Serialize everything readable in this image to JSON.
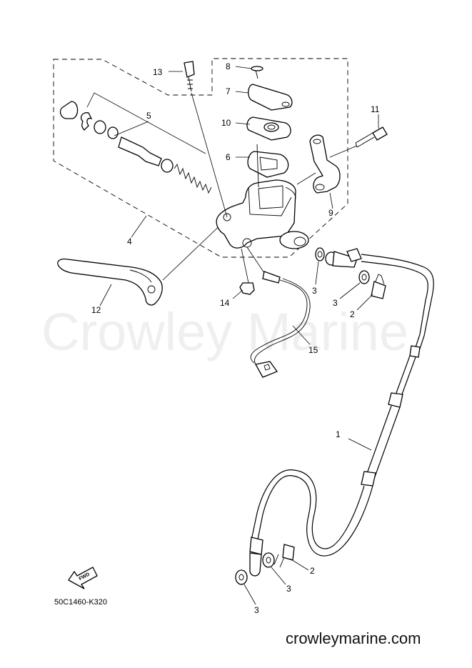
{
  "callouts": {
    "c1": "1",
    "c2a": "2",
    "c2b": "2",
    "c3a": "3",
    "c3b": "3",
    "c3c": "3",
    "c3d": "3",
    "c4": "4",
    "c5": "5",
    "c6": "6",
    "c7": "7",
    "c8": "8",
    "c9": "9",
    "c10": "10",
    "c11": "11",
    "c12": "12",
    "c13": "13",
    "c14": "14",
    "c15": "15"
  },
  "watermark": "Crowley Marine",
  "diagram_code": "50C1460-K320",
  "fwd_label": "FWD",
  "site_url": "crowleymarine.com"
}
